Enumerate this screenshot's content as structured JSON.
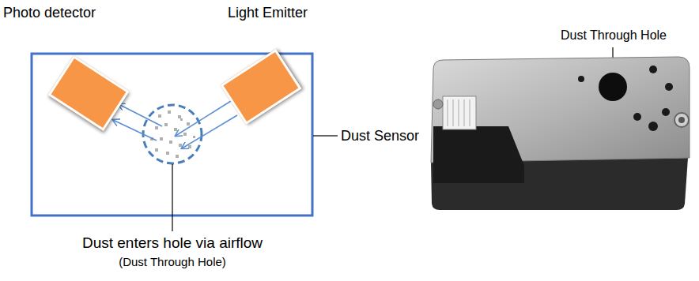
{
  "diagram": {
    "nodes": [
      {
        "text": [
          "Photo detector"
        ]
      },
      {
        "text": [
          "Light Emitter"
        ]
      }
    ],
    "labels": [
      "Dust enters hole via airflow",
      "(Dust Through Hole)",
      "Dust Sensor",
      "Dust Through Hole"
    ]
  }
}
